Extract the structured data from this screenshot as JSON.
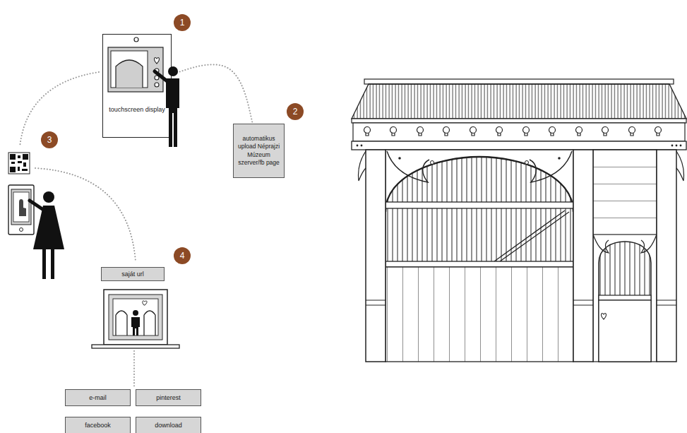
{
  "diagram": {
    "nodes": [
      {
        "text": [
          "touchscreen display"
        ]
      },
      {
        "text": [
          "automatikus upload Néprajzi Múzeum szerver/fb page"
        ]
      },
      {
        "text": [
          "saját url"
        ]
      },
      {
        "text": [
          "e-mail"
        ]
      },
      {
        "text": [
          "pinterest"
        ]
      },
      {
        "text": [
          "facebook"
        ]
      },
      {
        "text": [
          "download"
        ]
      }
    ],
    "edges": [
      {
        "from": 0,
        "to": 1,
        "arrow": "none"
      }
    ],
    "labels": [
      "1",
      "2",
      "3",
      "4"
    ]
  }
}
